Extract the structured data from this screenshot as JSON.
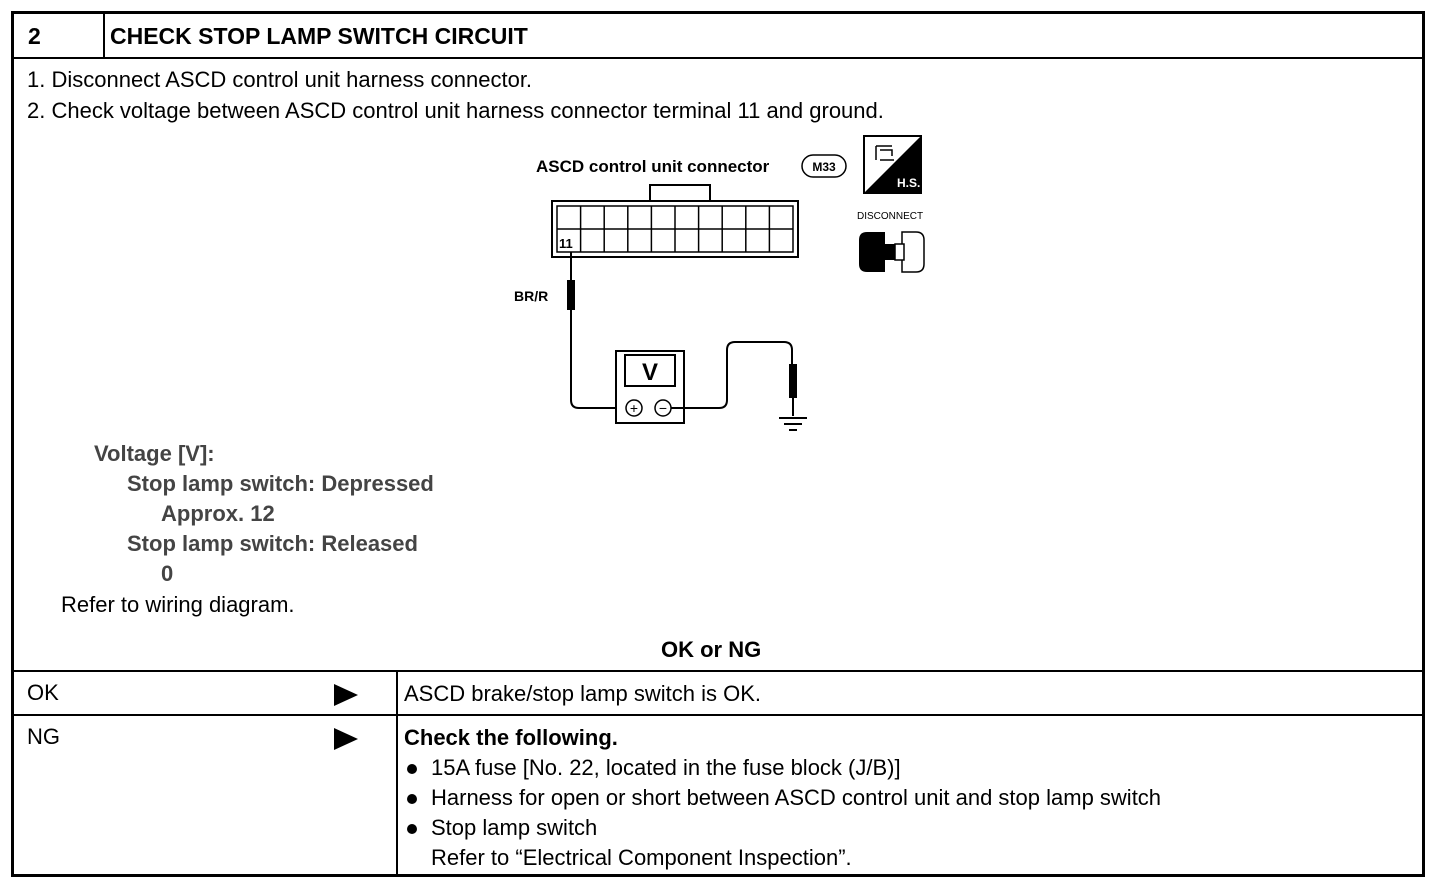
{
  "header": {
    "step_number": "2",
    "title": "CHECK STOP LAMP SWITCH CIRCUIT"
  },
  "instructions": [
    "1.  Disconnect ASCD control unit harness connector.",
    "2.  Check voltage between ASCD control unit harness connector terminal 11 and ground."
  ],
  "diagram": {
    "connector_label": "ASCD control unit connector",
    "connector_id": "M33",
    "terminal_number": "11",
    "wire_color": "BR/R",
    "meter_symbol": "V",
    "plus_symbol": "+",
    "minus_symbol": "−",
    "hs_label": "H.S.",
    "disconnect_label": "DISCONNECT"
  },
  "spec": {
    "heading": "Voltage [V]:",
    "cond1_label": "Stop lamp switch: Depressed",
    "cond1_value": "Approx. 12",
    "cond2_label": "Stop lamp switch: Released",
    "cond2_value": "0",
    "refer": "Refer to wiring diagram."
  },
  "decision_label": "OK or NG",
  "results": {
    "ok": {
      "label": "OK",
      "action": "ASCD brake/stop lamp switch is OK."
    },
    "ng": {
      "label": "NG",
      "heading": "Check the following.",
      "items": [
        "15A fuse [No. 22, located in the fuse block (J/B)]",
        "Harness for open or short between ASCD control unit and stop lamp switch",
        "Stop lamp switch"
      ],
      "sub_note": "Refer to “Electrical Component Inspection”."
    }
  }
}
